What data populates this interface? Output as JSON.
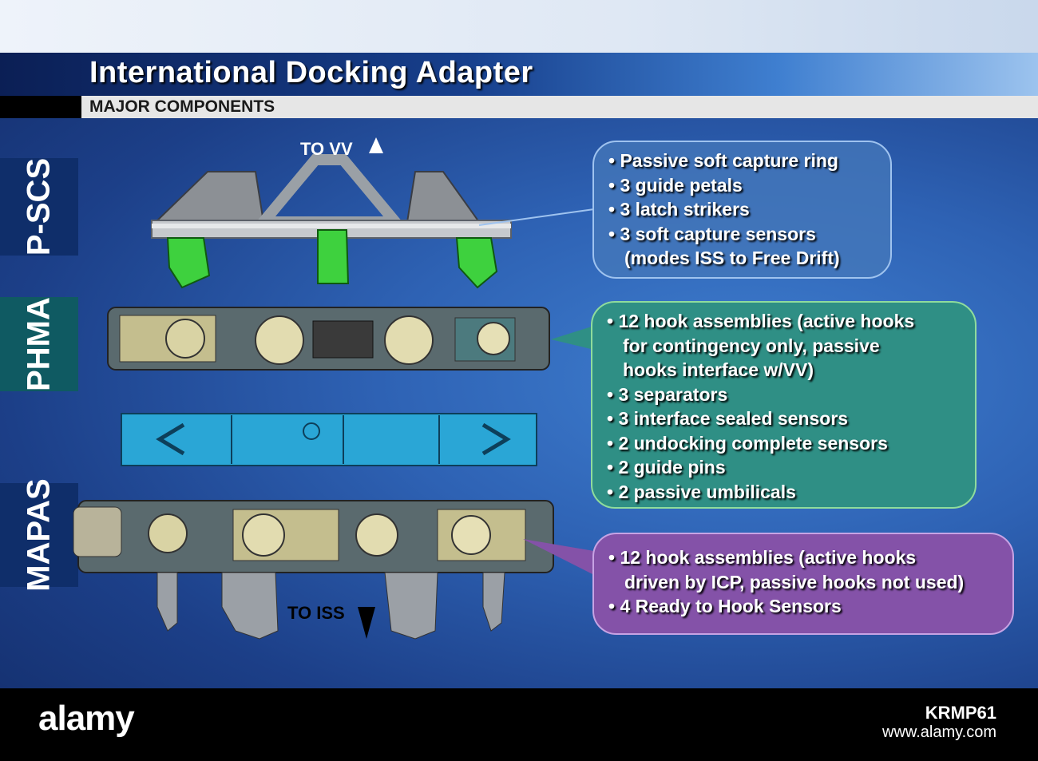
{
  "header": {
    "title": "International Docking Adapter",
    "subtitle": "MAJOR COMPONENTS"
  },
  "sections": {
    "pscs": "P-SCS",
    "phma": "PHMA",
    "mapas": "MAPAS"
  },
  "directions": {
    "to_vv": "TO VV",
    "to_iss": "TO ISS"
  },
  "callouts": {
    "pscs": [
      "• Passive soft capture ring",
      "• 3 guide petals",
      "• 3 latch strikers",
      "• 3 soft capture sensors",
      "(modes ISS to Free Drift)"
    ],
    "phma": [
      "• 12 hook assemblies (active hooks",
      "for contingency only, passive",
      "hooks interface w/VV)",
      "• 3 separators",
      "• 3 interface sealed sensors",
      "• 2 undocking complete sensors",
      "• 2 guide pins",
      "• 2 passive umbilicals"
    ],
    "mapas": [
      "• 12 hook assemblies (active hooks",
      "driven by ICP, passive hooks not used)",
      "• 4 Ready to Hook Sensors"
    ]
  },
  "footer": {
    "brand": "alamy",
    "image_id": "KRMP61",
    "url": "www.alamy.com"
  },
  "colors": {
    "pscs_bubble": "#4678b9",
    "phma_bubble": "#2f8f85",
    "mapas_bubble": "#8452a8",
    "green_parts": "#3ed13e",
    "ring_cyan": "#2aa6d6"
  }
}
